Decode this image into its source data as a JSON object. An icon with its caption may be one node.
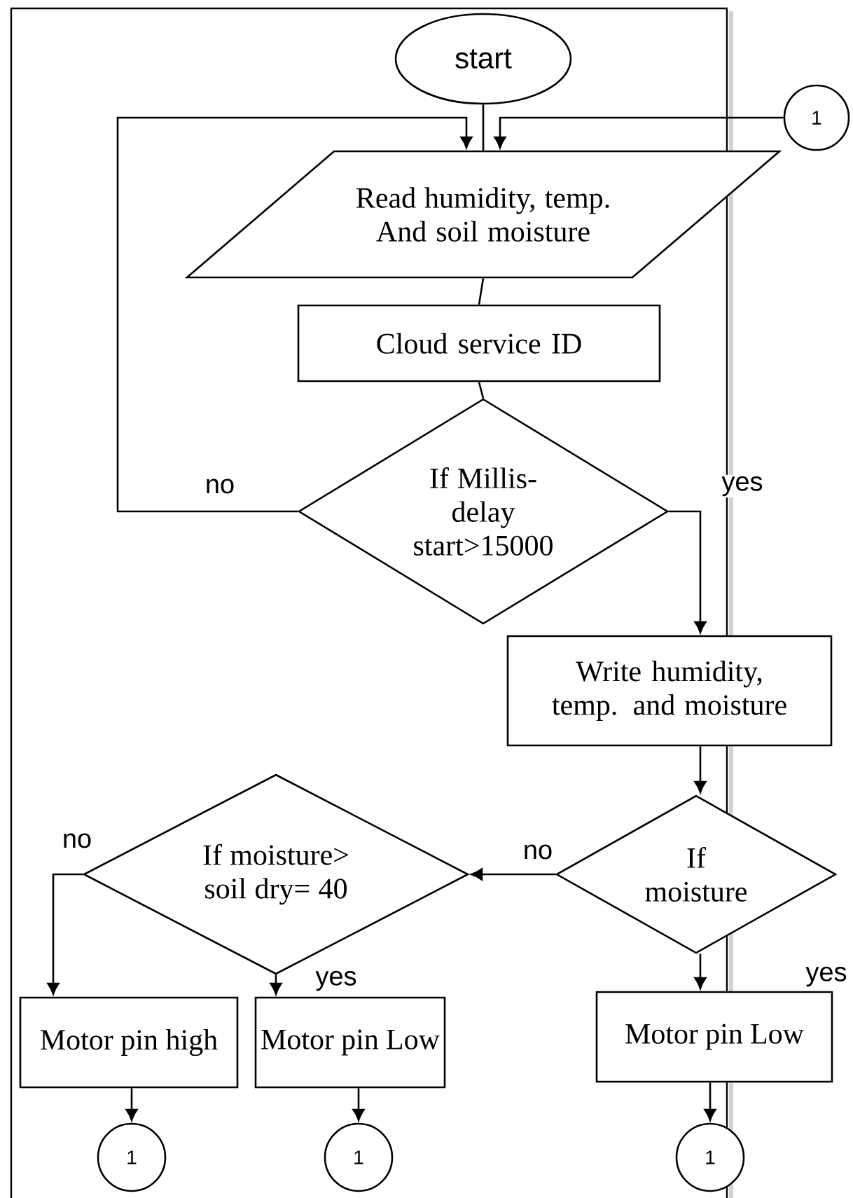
{
  "diagram": {
    "nodes": [
      {
        "text": [
          "start"
        ]
      },
      {
        "text": [
          "1"
        ]
      },
      {
        "text": [
          "Read humidity, temp. And soil moisture"
        ]
      },
      {
        "text": [
          "Cloud service ID"
        ]
      },
      {
        "text": [
          "If Millis- delay start>15000"
        ]
      },
      {
        "text": [
          "Write humidity, temp. and moisture"
        ]
      },
      {
        "text": [
          "If moisture"
        ]
      },
      {
        "text": [
          "If moisture> soil dry= 40"
        ]
      },
      {
        "text": [
          "Motor pin high"
        ]
      },
      {
        "text": [
          "Motor pin Low"
        ]
      },
      {
        "text": [
          "Motor pin Low"
        ]
      },
      {
        "text": [
          "1"
        ]
      },
      {
        "text": [
          "1"
        ]
      },
      {
        "text": [
          "1"
        ]
      }
    ],
    "edges": [
      {
        "from": 0,
        "to": 2,
        "arrow": "none"
      },
      {
        "from": 1,
        "to": 2,
        "arrow": "to"
      },
      {
        "from": 2,
        "to": 3,
        "arrow": "none"
      },
      {
        "from": 3,
        "to": 4,
        "arrow": "none"
      },
      {
        "from": 4,
        "to": 2,
        "arrow": "to",
        "label": "no"
      },
      {
        "from": 4,
        "to": 5,
        "arrow": "to",
        "label": "yes"
      },
      {
        "from": 5,
        "to": 6,
        "arrow": "to"
      },
      {
        "from": 6,
        "to": 7,
        "arrow": "to",
        "label": "no"
      },
      {
        "from": 6,
        "to": 10,
        "arrow": "to",
        "label": "yes"
      },
      {
        "from": 7,
        "to": 8,
        "arrow": "to",
        "label": "no"
      },
      {
        "from": 7,
        "to": 9,
        "arrow": "to",
        "label": "yes"
      },
      {
        "from": 8,
        "to": 11,
        "arrow": "to"
      },
      {
        "from": 9,
        "to": 12,
        "arrow": "to"
      },
      {
        "from": 10,
        "to": 13,
        "arrow": "to"
      }
    ]
  }
}
